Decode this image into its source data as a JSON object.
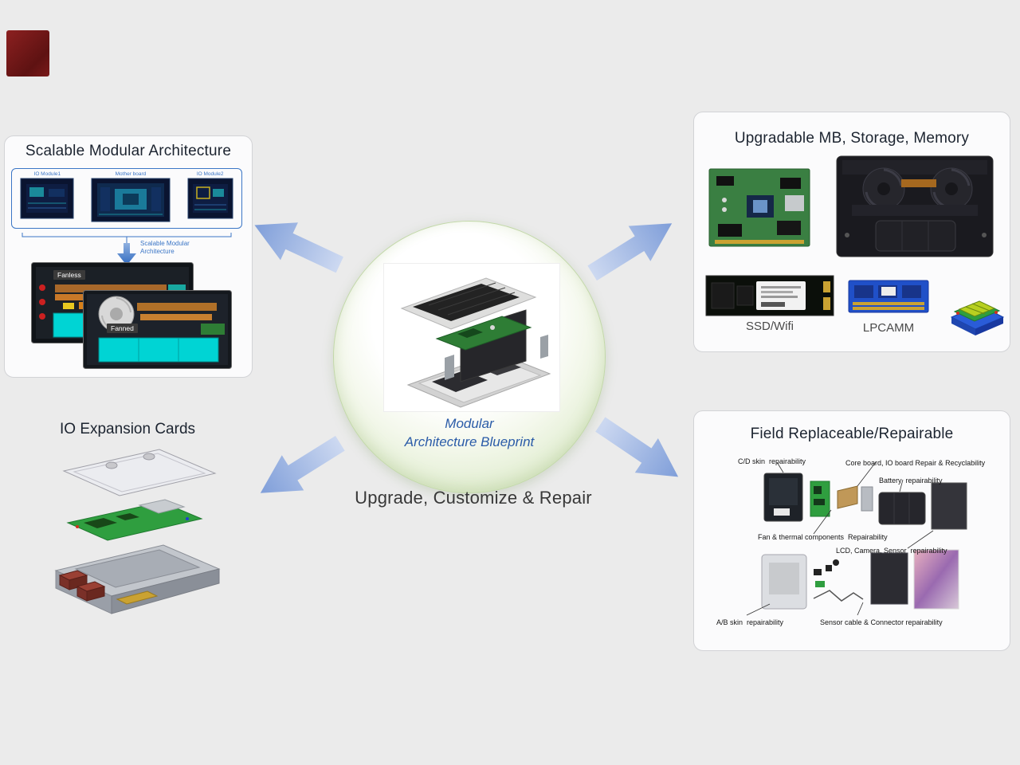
{
  "center": {
    "title_line1": "Modular",
    "title_line2": "Architecture Blueprint",
    "subtitle": "Upgrade, Customize & Repair"
  },
  "panels": {
    "top_left": {
      "title": "Scalable Modular Architecture",
      "modules": [
        "IO Module1",
        "Mother board",
        "IO Module2"
      ],
      "arrow_label": "Scalable Modular Architecture",
      "fanless_label": "Fanless",
      "fanned_label": "Fanned"
    },
    "top_right": {
      "title": "Upgradable MB, Storage, Memory",
      "ssd_label": "SSD/Wifi",
      "lpcamm_label": "LPCAMM"
    },
    "bottom_left": {
      "title": "IO Expansion Cards"
    },
    "bottom_right": {
      "title": "Field Replaceable/Repairable",
      "annotations": [
        "C/D skin  repairability",
        "Core board, IO board Repair & Recyclability",
        "Battery  repairability",
        "Fan & thermal components  Repairability",
        "LCD, Camera, Sensor  repairability",
        "A/B skin  repairability",
        "Sensor cable & Connector repairability"
      ]
    }
  },
  "colors": {
    "accent_blue": "#3b76c6",
    "arrow_blue": "#84a3dc",
    "bubble_green": "#cfe3b8",
    "battery_cyan": "#00d4d4",
    "pcb_green": "#2f9e3f"
  }
}
